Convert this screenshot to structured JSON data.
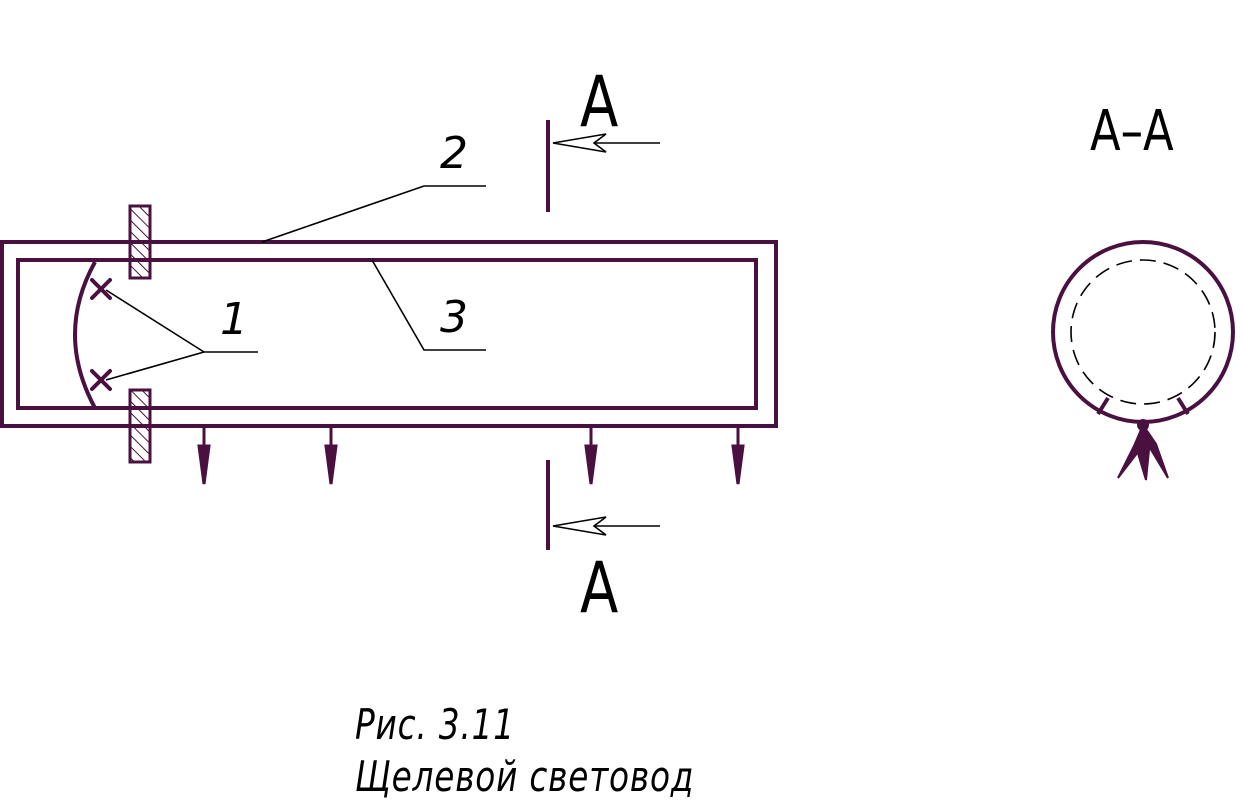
{
  "labels": {
    "part1": "1",
    "part2": "2",
    "part3": "3",
    "section_top": "A",
    "section_bottom": "A",
    "section_view": "A–A"
  },
  "caption": {
    "line1": "Рис. 3.11",
    "line2": "Щелевой световод"
  },
  "colors": {
    "outline": "#4a1040",
    "text": "#000000"
  },
  "icons": [
    "light-source-cross-icon",
    "light-ray-arrow-icon",
    "section-arrow-icon"
  ]
}
